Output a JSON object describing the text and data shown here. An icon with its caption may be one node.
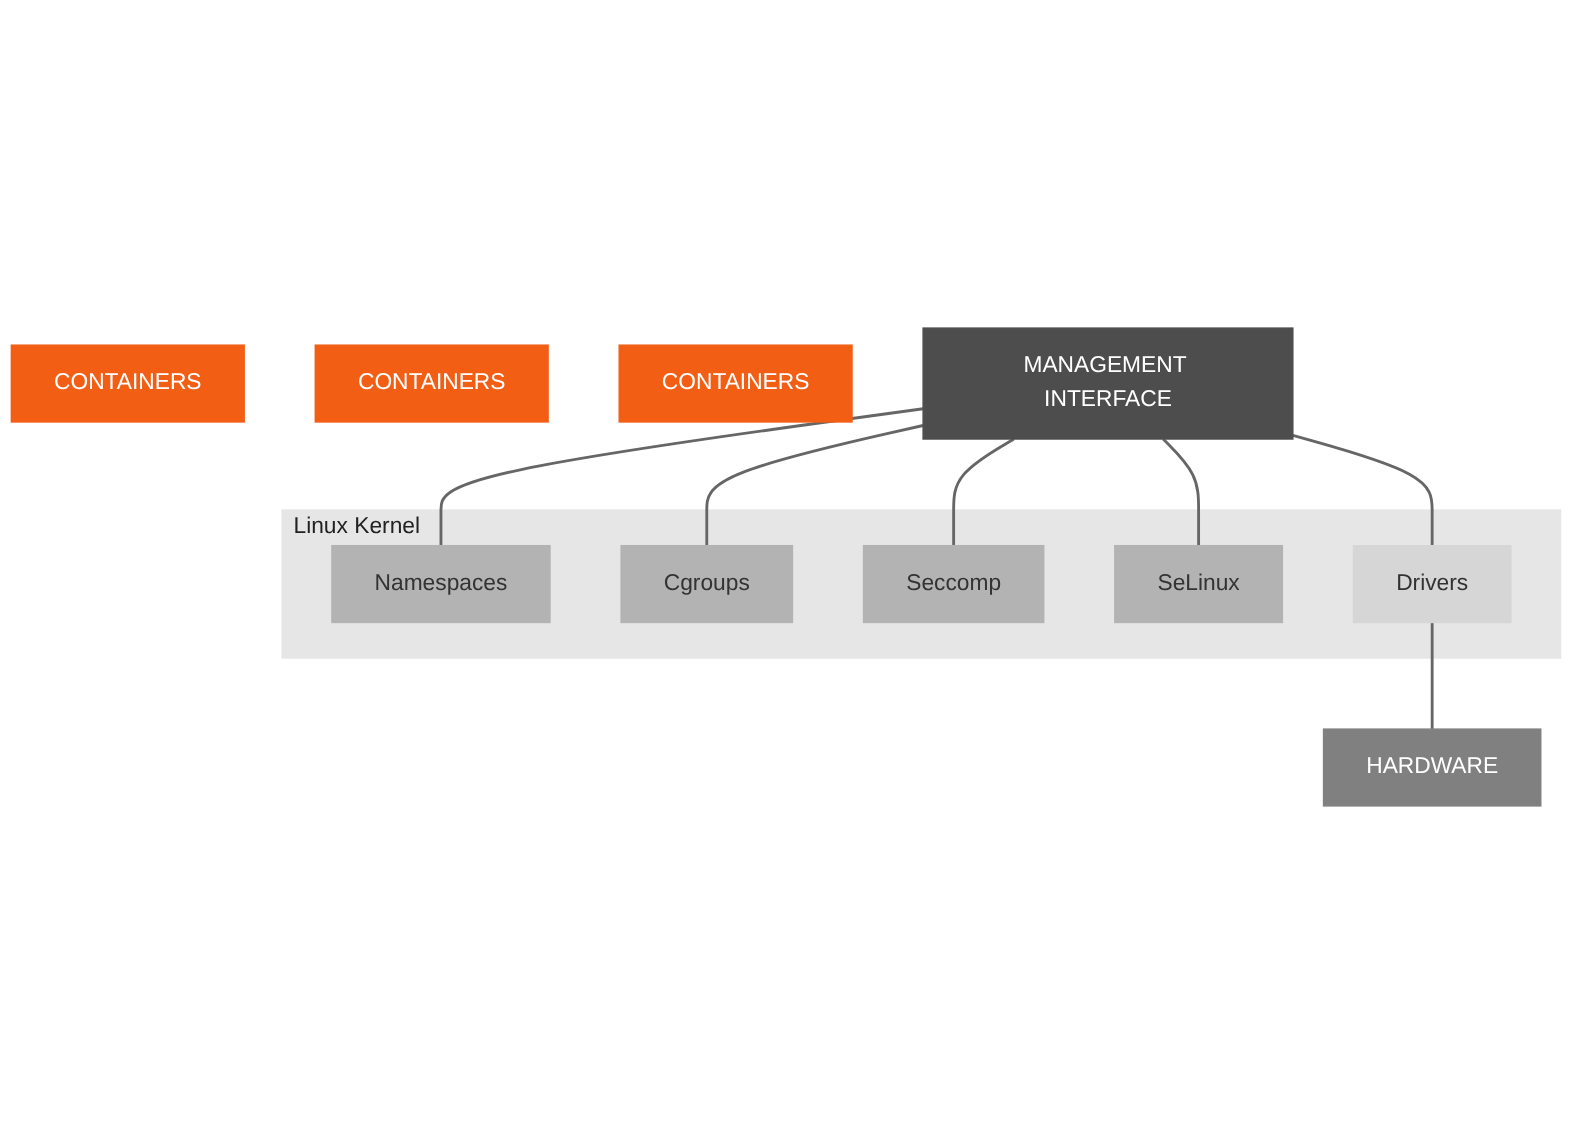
{
  "diagram": {
    "nodes": [
      {
        "text": [
          "CONTAINERS"
        ]
      },
      {
        "text": [
          "CONTAINERS"
        ]
      },
      {
        "text": [
          "CONTAINERS"
        ]
      },
      {
        "text": [
          "MANAGEMENT INTERFACE"
        ]
      },
      {
        "text": [
          "Linux Kernel"
        ]
      },
      {
        "text": [
          "Namespaces"
        ],
        "in": 4
      },
      {
        "text": [
          "Cgroups"
        ],
        "in": 4
      },
      {
        "text": [
          "Seccomp"
        ],
        "in": 4
      },
      {
        "text": [
          "SeLinux"
        ],
        "in": 4
      },
      {
        "text": [
          "Drivers"
        ],
        "in": 4
      },
      {
        "text": [
          "HARDWARE"
        ]
      }
    ],
    "edges": [
      {
        "from": 3,
        "to": 9,
        "arrow": "none"
      },
      {
        "from": 3,
        "to": 5,
        "arrow": "none"
      },
      {
        "from": 3,
        "to": 6,
        "arrow": "none"
      },
      {
        "from": 3,
        "to": 7,
        "arrow": "none"
      },
      {
        "from": 3,
        "to": 8,
        "arrow": "none"
      },
      {
        "from": 9,
        "to": 10,
        "arrow": "none"
      }
    ]
  }
}
